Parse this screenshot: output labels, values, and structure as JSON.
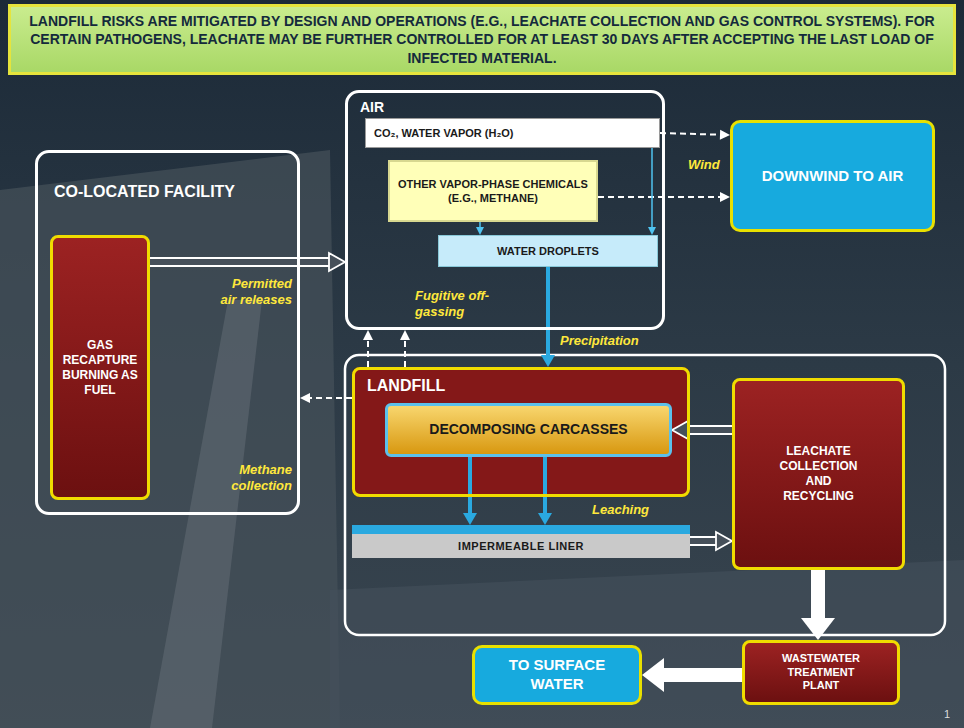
{
  "diagram": {
    "title": "LANDFILL RISKS ARE MITIGATED BY DESIGN AND OPERATIONS (E.G., LEACHATE COLLECTION AND GAS CONTROL SYSTEMS). FOR CERTAIN PATHOGENS, LEACHATE MAY BE FURTHER CONTROLLED FOR AT LEAST 30 DAYS AFTER ACCEPTING THE LAST LOAD OF INFECTED MATERIAL.",
    "nodes": [
      {
        "text": [
          "CO-LOCATED FACILITY"
        ]
      },
      {
        "text": [
          "GAS RECAPTURE BURNING AS FUEL"
        ],
        "in": 0
      },
      {
        "text": [
          "AIR"
        ]
      },
      {
        "text": [
          "CO₂, WATER VAPOR (H₂O)"
        ],
        "in": 2
      },
      {
        "text": [
          "OTHER VAPOR-PHASE CHEMICALS (E.G., METHANE)"
        ],
        "in": 2
      },
      {
        "text": [
          "WATER DROPLETS"
        ],
        "in": 2
      },
      {
        "text": [
          "DOWNWIND TO AIR"
        ]
      },
      {
        "text": [
          "LANDFILL"
        ]
      },
      {
        "text": [
          "DECOMPOSING CARCASSES"
        ],
        "in": 7
      },
      {
        "text": [
          "IMPERMEABLE LINER"
        ]
      },
      {
        "text": [
          "LEACHATE COLLECTION AND RECYCLING"
        ]
      },
      {
        "text": [
          "WASTEWATER TREATMENT PLANT"
        ]
      },
      {
        "text": [
          "TO SURFACE WATER"
        ]
      }
    ],
    "edges": [
      {
        "from": 1,
        "to": 2,
        "arrow": "to",
        "label": "Permitted air releases"
      },
      {
        "from": 3,
        "to": 6,
        "arrow": "to",
        "label": "Wind"
      },
      {
        "from": 4,
        "to": 6,
        "arrow": "to"
      },
      {
        "from": 3,
        "to": 5,
        "arrow": "to"
      },
      {
        "from": 4,
        "to": 5,
        "arrow": "to"
      },
      {
        "from": 5,
        "to": 7,
        "arrow": "to",
        "label": "Precipitation"
      },
      {
        "from": 7,
        "to": 2,
        "arrow": "to",
        "label": "Fugitive off-gassing"
      },
      {
        "from": 7,
        "to": 2,
        "arrow": "to"
      },
      {
        "from": 7,
        "to": 0,
        "arrow": "to",
        "label": "Methane collection"
      },
      {
        "from": 8,
        "to": 9,
        "arrow": "to",
        "label": "Leaching"
      },
      {
        "from": 8,
        "to": 9,
        "arrow": "to"
      },
      {
        "from": 9,
        "to": 10,
        "arrow": "to"
      },
      {
        "from": 10,
        "to": 8,
        "arrow": "to"
      },
      {
        "from": 10,
        "to": 11,
        "arrow": "to"
      },
      {
        "from": 11,
        "to": 12,
        "arrow": "to"
      }
    ],
    "labels": [
      "1"
    ]
  }
}
